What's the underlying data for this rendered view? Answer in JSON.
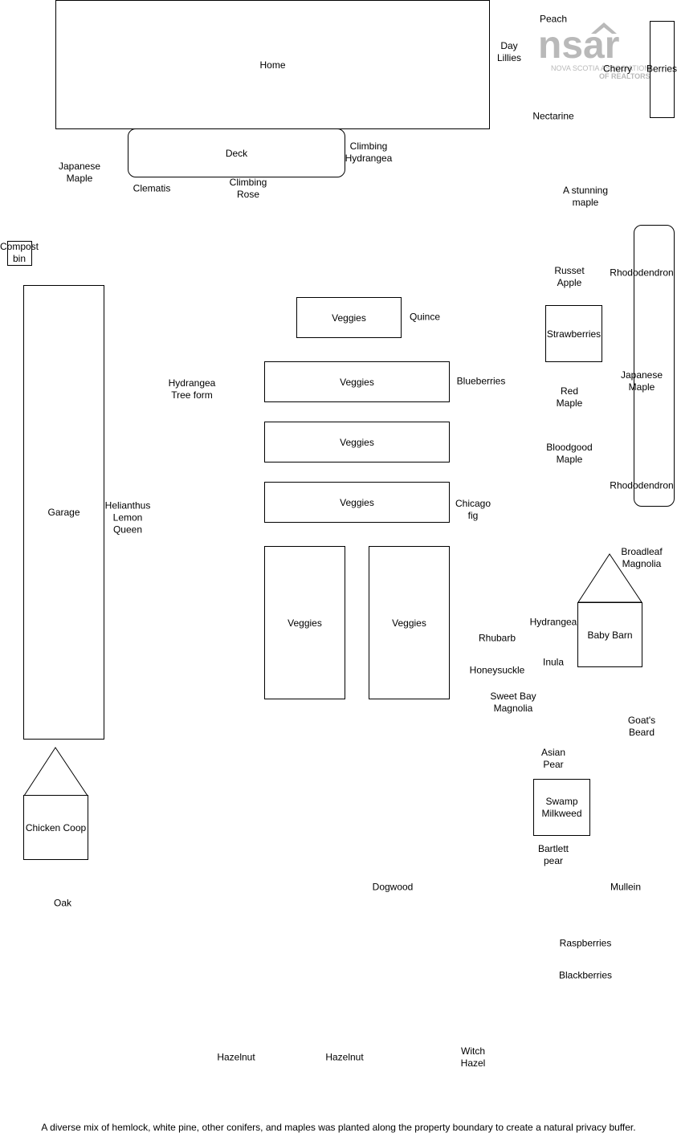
{
  "structures": {
    "home": "Home",
    "deck": "Deck",
    "compost": "Compost\nbin",
    "garage": "Garage",
    "chicken_coop": "Chicken Coop",
    "baby_barn": "Baby Barn",
    "berries": "Berries"
  },
  "beds": {
    "veggies_1": "Veggies",
    "veggies_2": "Veggies",
    "veggies_3": "Veggies",
    "veggies_4": "Veggies",
    "veggies_5": "Veggies",
    "veggies_6": "Veggies",
    "strawberries": "Strawberries",
    "swamp_milkweed": "Swamp\nMilkweed"
  },
  "plants": {
    "peach": "Peach",
    "day_lillies": "Day\nLillies",
    "cherry": "Cherry",
    "nectarine": "Nectarine",
    "climbing_hydrangea": "Climbing\nHydrangea",
    "japanese_maple_1": "Japanese\nMaple",
    "clematis": "Clematis",
    "climbing_rose": "Climbing\nRose",
    "stunning_maple": "A stunning\nmaple",
    "russet_apple": "Russet\nApple",
    "rhododendron_1": "Rhododendron",
    "quince": "Quince",
    "hydrangea_tree": "Hydrangea\nTree form",
    "blueberries": "Blueberries",
    "japanese_maple_2": "Japanese\nMaple",
    "red_maple": "Red\nMaple",
    "bloodgood_maple": "Bloodgood\nMaple",
    "rhododendron_2": "Rhododendron",
    "helianthus": "Helianthus\nLemon\nQueen",
    "chicago_fig": "Chicago\nfig",
    "broadleaf_magnolia": "Broadleaf\nMagnolia",
    "hydrangea": "Hydrangea",
    "rhubarb": "Rhubarb",
    "inula": "Inula",
    "honeysuckle": "Honeysuckle",
    "sweet_bay_magnolia": "Sweet Bay\nMagnolia",
    "goats_beard": "Goat's\nBeard",
    "asian_pear": "Asian\nPear",
    "bartlett_pear": "Bartlett\npear",
    "dogwood": "Dogwood",
    "mullein": "Mullein",
    "oak": "Oak",
    "raspberries": "Raspberries",
    "blackberries": "Blackberries",
    "hazelnut_1": "Hazelnut",
    "hazelnut_2": "Hazelnut",
    "witch_hazel": "Witch\nHazel"
  },
  "caption": "A diverse mix of hemlock, white pine, other conifers, and maples was planted along the property boundary to create a natural privacy buffer.",
  "watermark": {
    "logo": "nsar",
    "line1": "NOVA SCOTIA ASSOCIATION",
    "line2": "OF REALTORS",
    "color": "#b9b9b9"
  }
}
